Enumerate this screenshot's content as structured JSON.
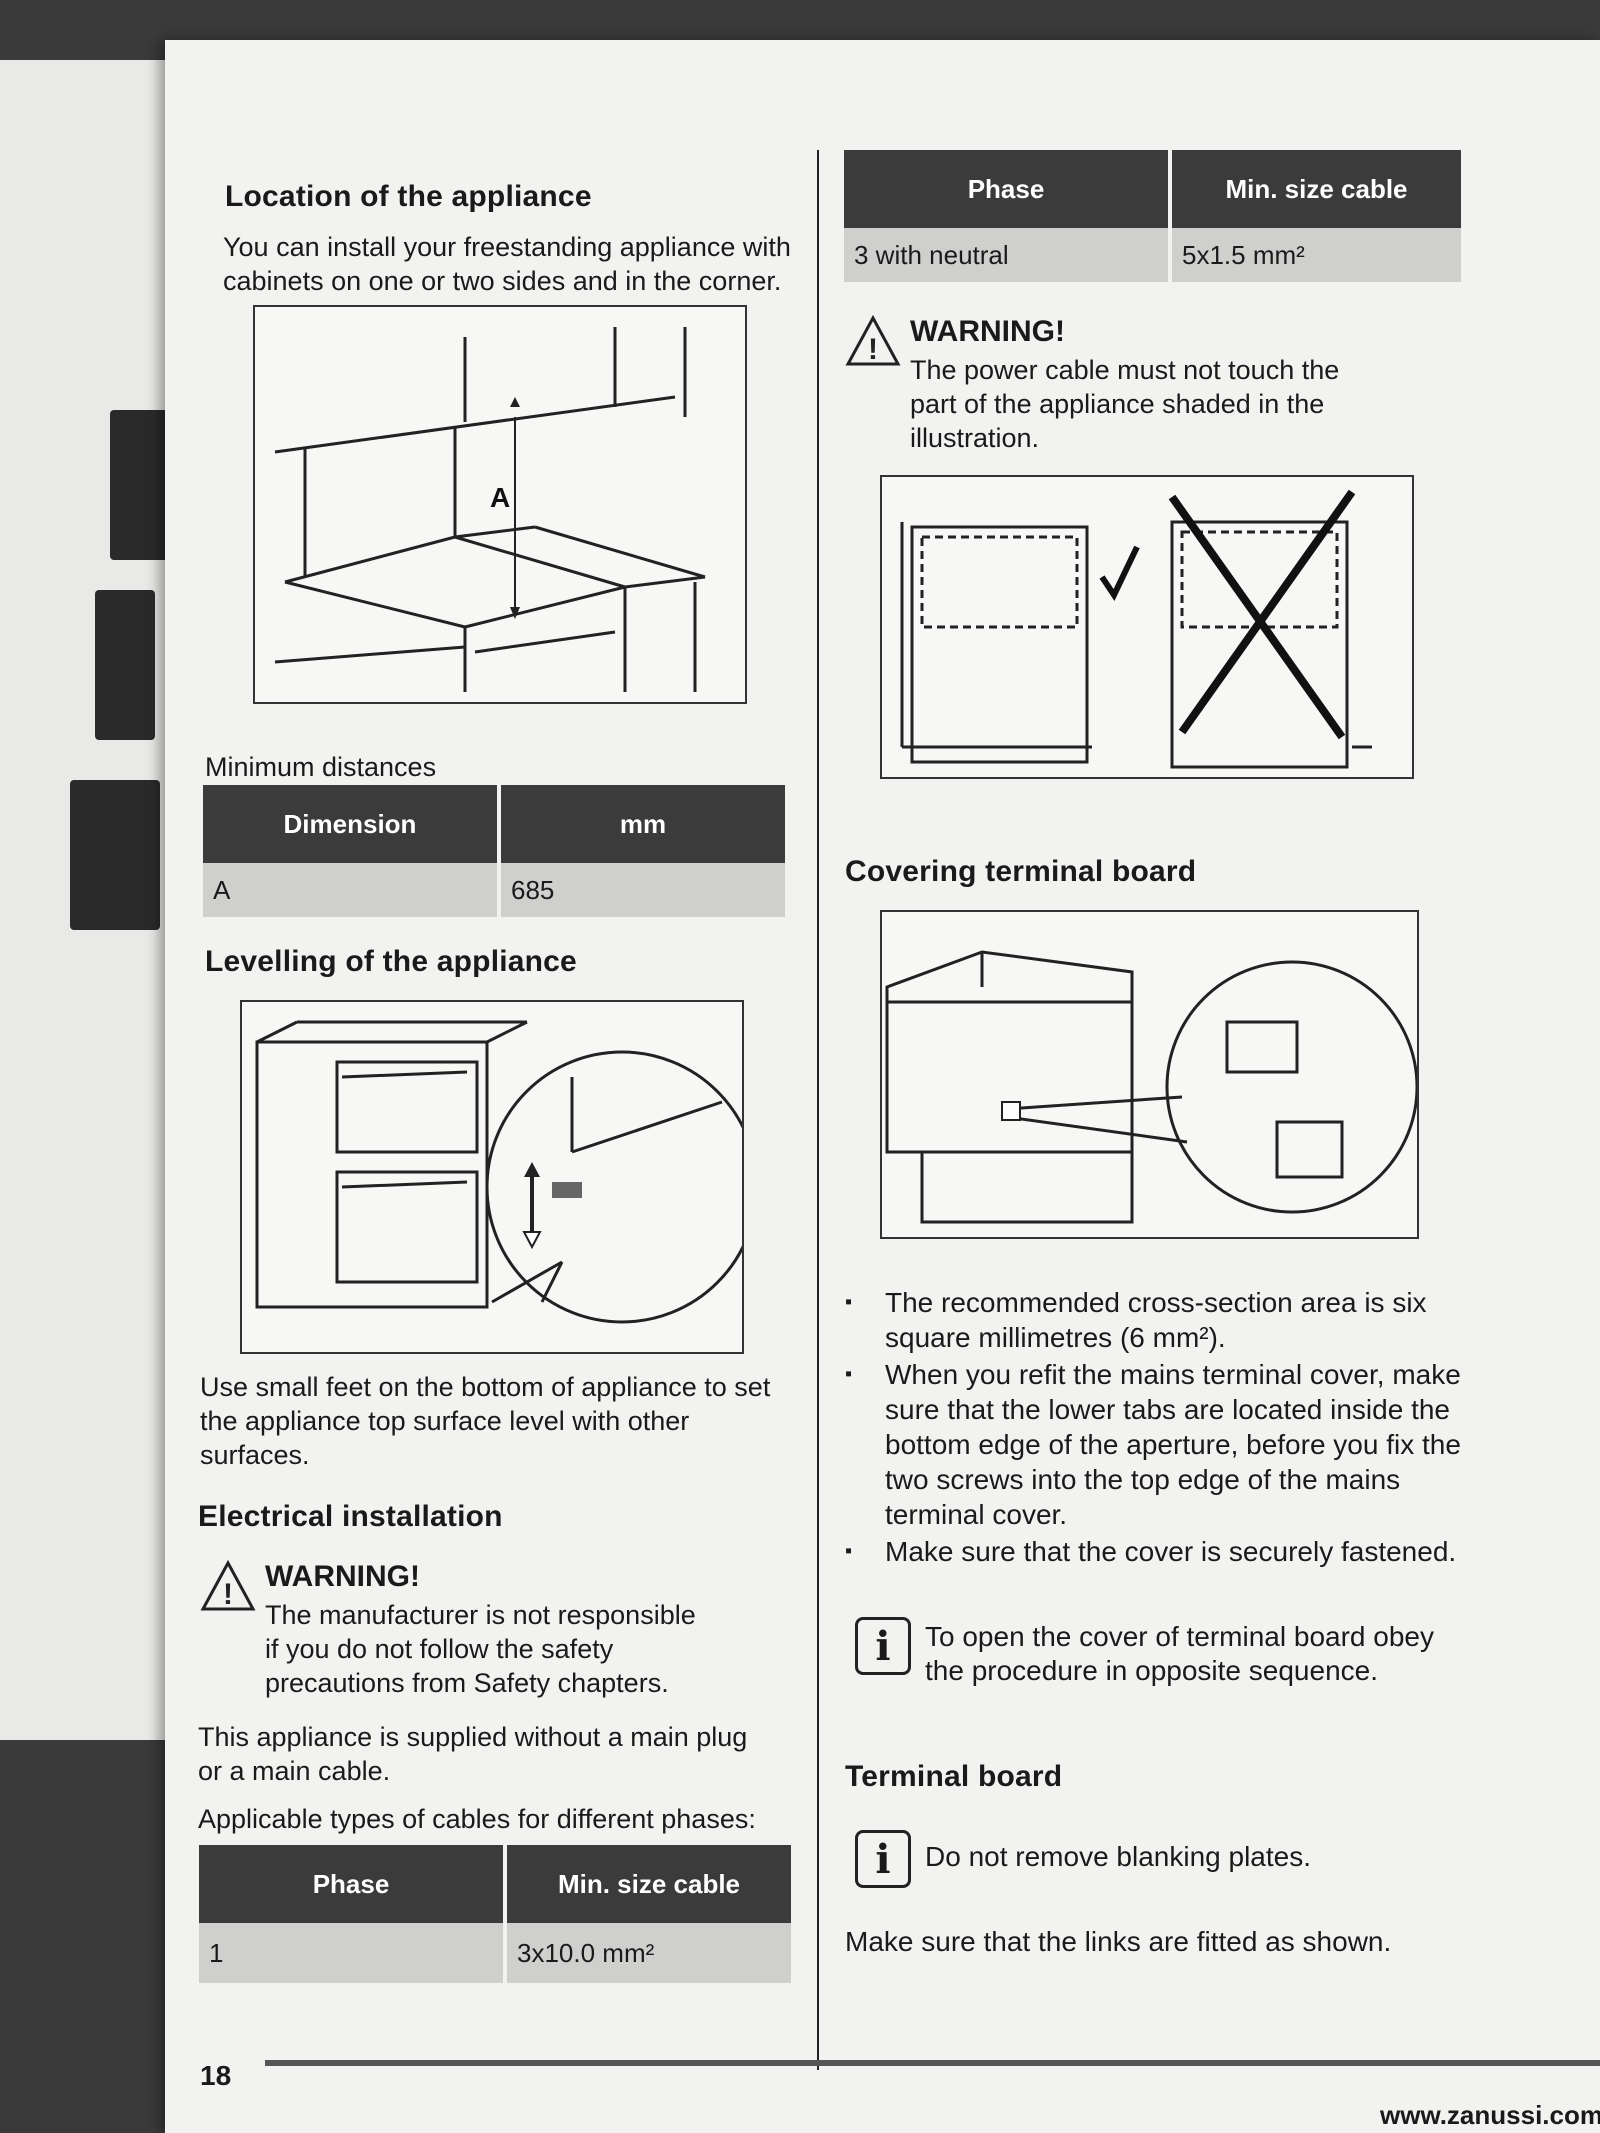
{
  "left_column": {
    "location_heading": "Location of the appliance",
    "location_text": "You can install your freestanding appliance with cabinets on one or two sides and in the corner.",
    "fig1_label": "A",
    "min_distances_label": "Minimum distances",
    "dim_table": {
      "headers": [
        "Dimension",
        "mm"
      ],
      "rows": [
        [
          "A",
          "685"
        ]
      ]
    },
    "levelling_heading": "Levelling of the appliance",
    "levelling_text": "Use small feet on the bottom of appliance to set the appliance top surface level with other surfaces.",
    "electrical_heading": "Electrical installation",
    "warning_title": "WARNING!",
    "warning_text": "The manufacturer is not responsible if you do not follow the safety precautions from Safety chapters.",
    "supply_text": "This appliance is supplied without a main plug or a main cable.",
    "cable_types_text": "Applicable types of cables for different phases:",
    "cable_table": {
      "headers": [
        "Phase",
        "Min. size cable"
      ],
      "rows": [
        [
          "1",
          "3x10.0 mm²"
        ]
      ]
    },
    "page_number": "18"
  },
  "right_column": {
    "cable_table": {
      "headers": [
        "Phase",
        "Min. size cable"
      ],
      "rows": [
        [
          "3 with neutral",
          "5x1.5 mm²"
        ]
      ]
    },
    "warning_title": "WARNING!",
    "warning_text": "The power cable must not touch the part of the appliance shaded in the illustration.",
    "covering_heading": "Covering terminal board",
    "bullets": [
      "The recommended cross-section area is six square millimetres (6 mm²).",
      "When you refit the mains terminal cover, make sure that the lower tabs are located inside the bottom edge of the aperture, before you fix the two screws into the top edge of the mains terminal cover.",
      "Make sure that the cover is securely fastened."
    ],
    "info1_text": "To open the cover of terminal board obey the procedure in opposite sequence.",
    "terminal_heading": "Terminal board",
    "info2_text": "Do not remove blanking plates.",
    "links_text": "Make sure that the links are fitted as shown.",
    "website": "www.zanussi.com"
  },
  "icons": {
    "info": "i",
    "warning": "!"
  }
}
